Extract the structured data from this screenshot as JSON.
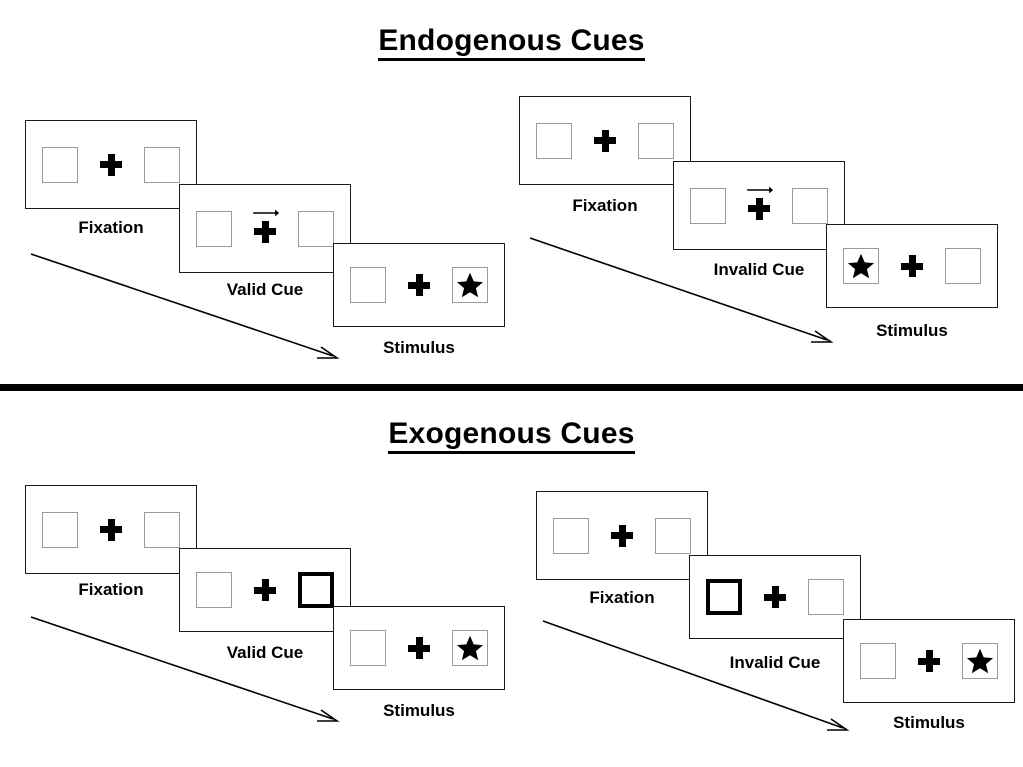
{
  "sections": [
    {
      "title": "Endogenous Cues",
      "cue_type": "arrow",
      "sequences": [
        {
          "condition": "valid",
          "panels": [
            {
              "caption": "Fixation",
              "left_box": "empty",
              "right_box": "empty",
              "cue": "none",
              "target": "none"
            },
            {
              "caption": "Valid Cue",
              "left_box": "empty",
              "right_box": "empty",
              "cue": "arrow-right",
              "target": "none"
            },
            {
              "caption": "Stimulus",
              "left_box": "empty",
              "right_box": "star",
              "cue": "none",
              "target": "right"
            }
          ]
        },
        {
          "condition": "invalid",
          "panels": [
            {
              "caption": "Fixation",
              "left_box": "empty",
              "right_box": "empty",
              "cue": "none",
              "target": "none"
            },
            {
              "caption": "Invalid Cue",
              "left_box": "empty",
              "right_box": "empty",
              "cue": "arrow-right",
              "target": "none"
            },
            {
              "caption": "Stimulus",
              "left_box": "star",
              "right_box": "empty",
              "cue": "none",
              "target": "left"
            }
          ]
        }
      ]
    },
    {
      "title": "Exogenous Cues",
      "cue_type": "box-highlight",
      "sequences": [
        {
          "condition": "valid",
          "panels": [
            {
              "caption": "Fixation",
              "left_box": "empty",
              "right_box": "empty",
              "cue": "none",
              "target": "none"
            },
            {
              "caption": "Valid Cue",
              "left_box": "empty",
              "right_box": "cued",
              "cue": "highlight-right",
              "target": "none"
            },
            {
              "caption": "Stimulus",
              "left_box": "empty",
              "right_box": "star",
              "cue": "none",
              "target": "right"
            }
          ]
        },
        {
          "condition": "invalid",
          "panels": [
            {
              "caption": "Fixation",
              "left_box": "empty",
              "right_box": "empty",
              "cue": "none",
              "target": "none"
            },
            {
              "caption": "Invalid Cue",
              "left_box": "cued",
              "right_box": "empty",
              "cue": "highlight-left",
              "target": "none"
            },
            {
              "caption": "Stimulus",
              "left_box": "empty",
              "right_box": "star",
              "cue": "none",
              "target": "right"
            }
          ]
        }
      ]
    }
  ],
  "icons": {
    "fixation_cross": "plus-cross-icon",
    "arrow_cue": "arrow-right-icon",
    "target_star": "star-icon",
    "time_arrow": "time-flow-arrow-icon"
  },
  "colors": {
    "ink": "#000000",
    "panel_border": "#1a1a1a",
    "box_border": "#9a9a9a",
    "cued_box_border": "#000000",
    "background": "#ffffff"
  }
}
